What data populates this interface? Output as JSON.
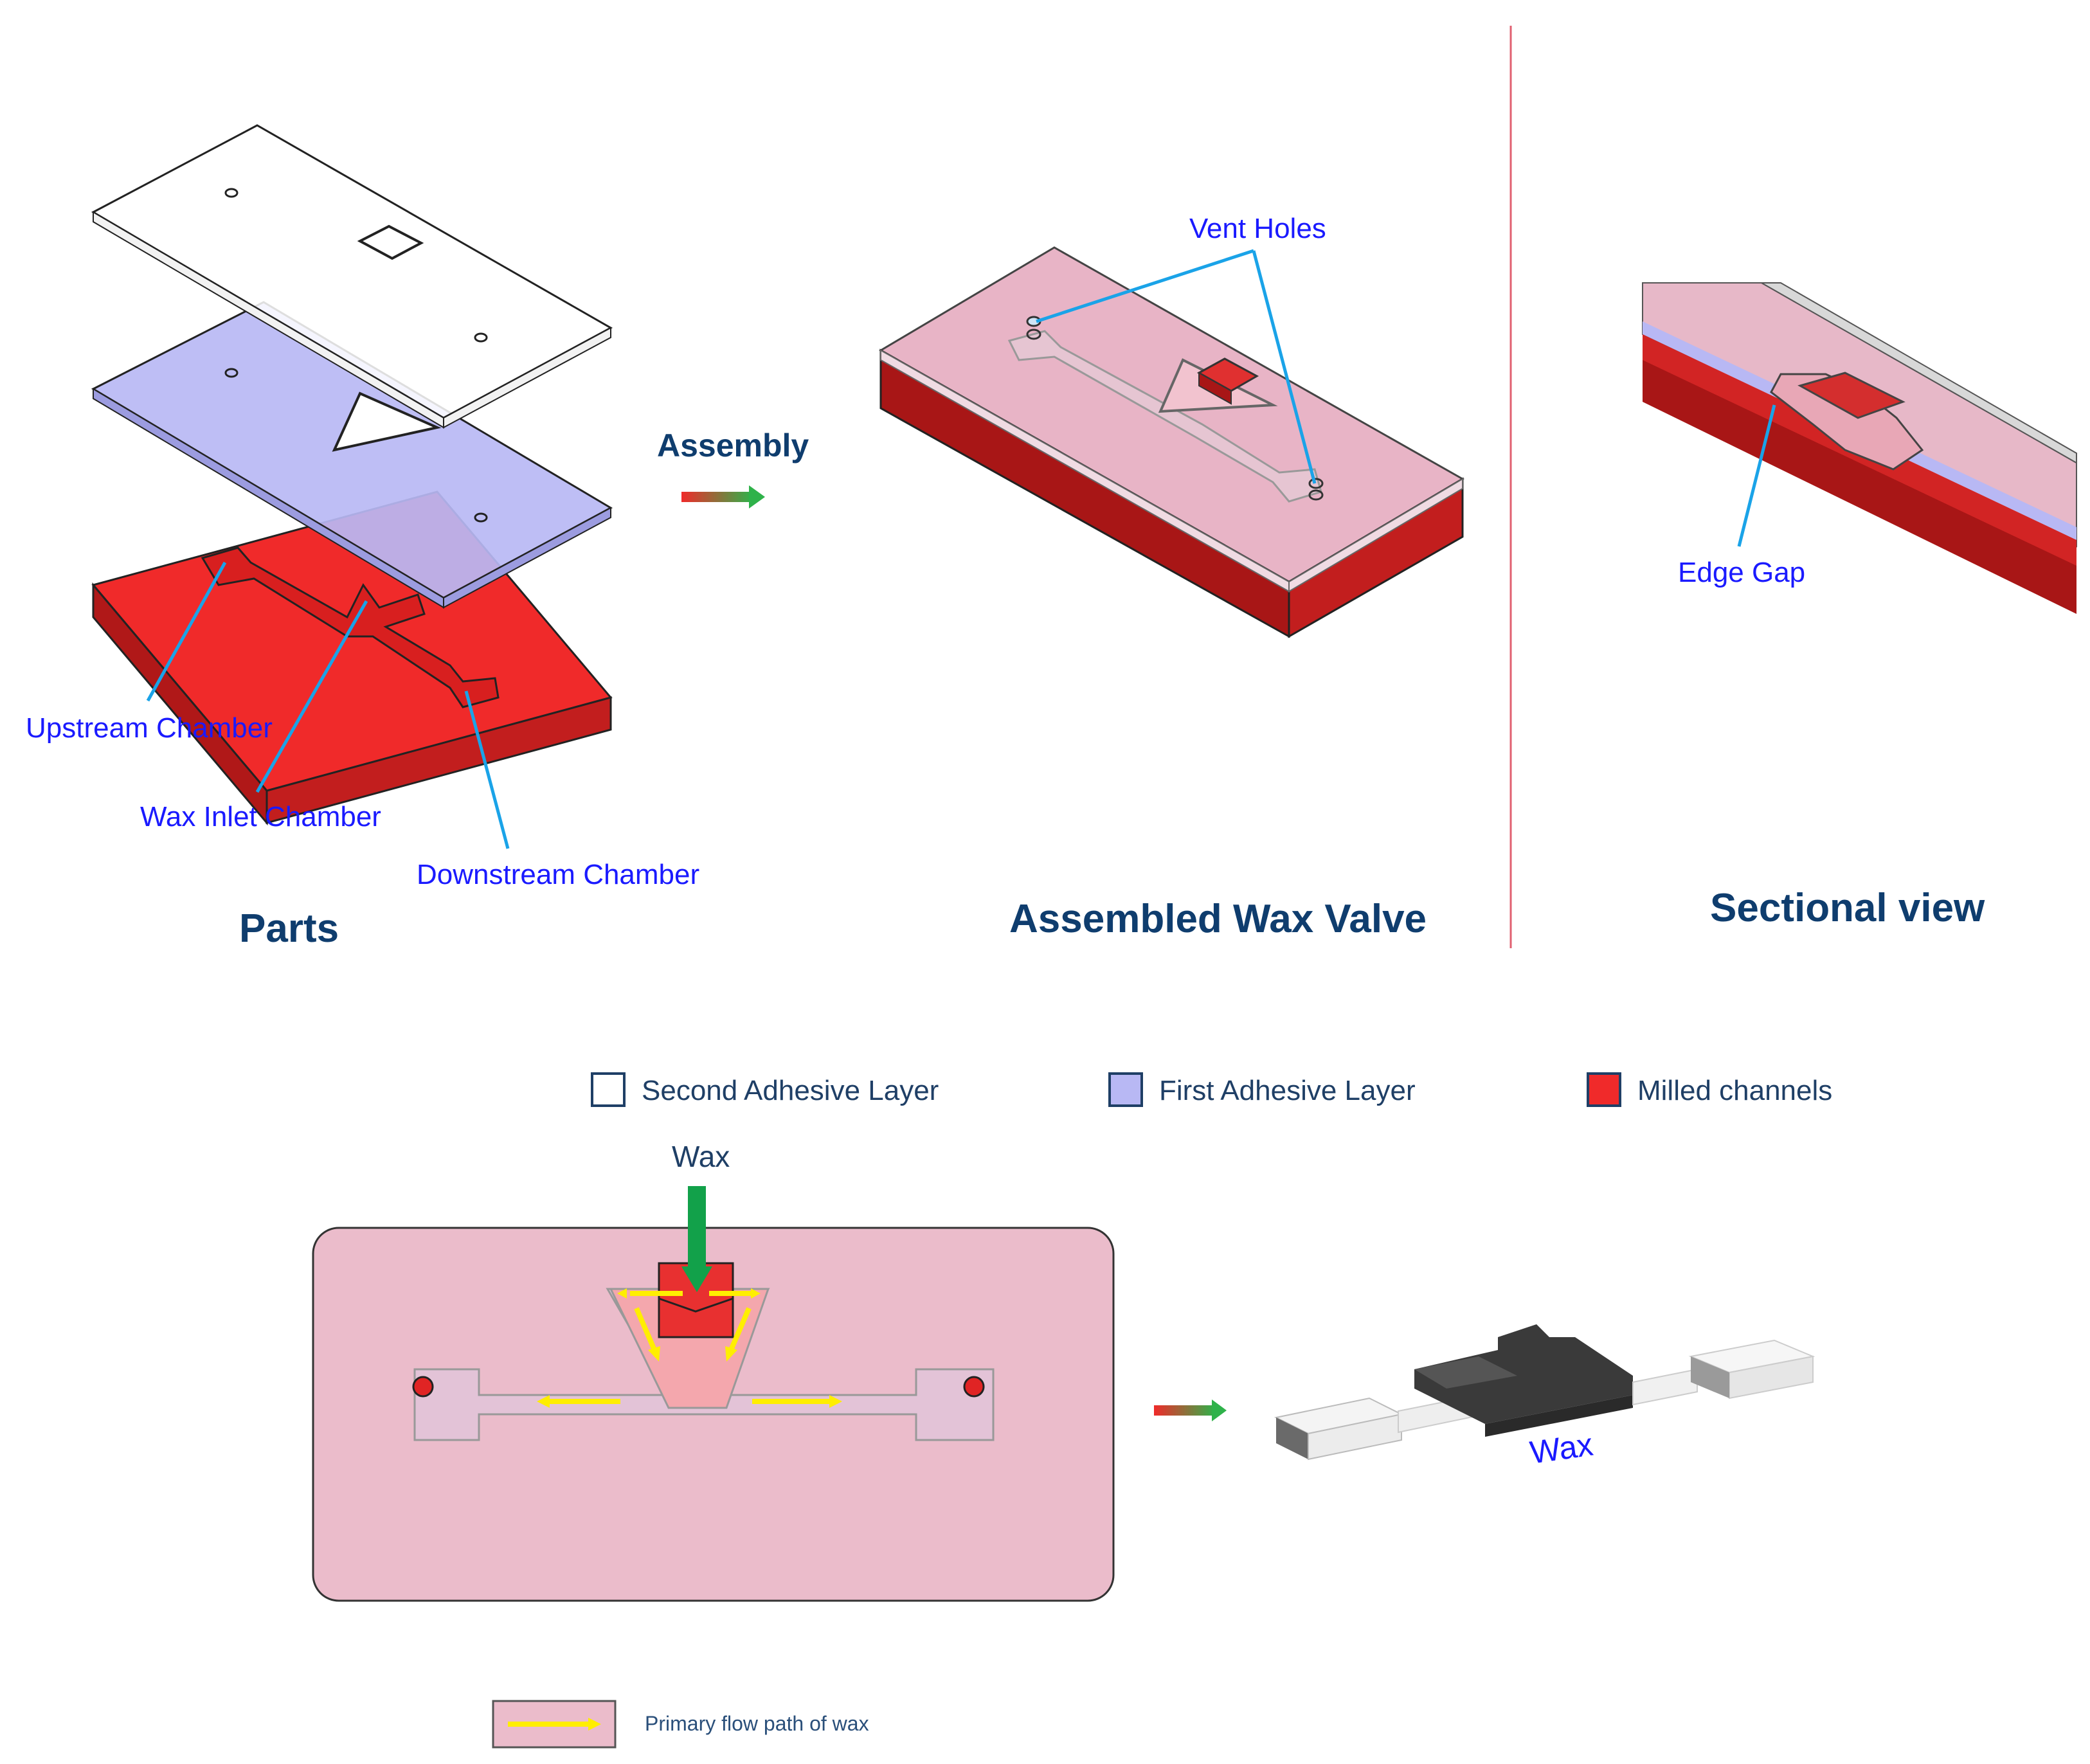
{
  "labels": {
    "upstream_chamber": "Upstream Chamber",
    "wax_inlet_chamber": "Wax Inlet Chamber",
    "downstream_chamber": "Downstream Chamber",
    "vent_holes": "Vent Holes",
    "edge_gap": "Edge Gap",
    "assembly": "Assembly",
    "wax_top": "Wax",
    "wax_3d": "Wax"
  },
  "titles": {
    "parts": "Parts",
    "assembled": "Assembled Wax Valve",
    "sectional": "Sectional view"
  },
  "legend": {
    "items": [
      {
        "label": "Second Adhesive Layer",
        "color": "#ffffff"
      },
      {
        "label": "First Adhesive Layer",
        "color": "#b8b8f4"
      },
      {
        "label": "Milled channels",
        "color": "#f02a2a"
      }
    ],
    "flow_path": "Primary flow path of wax"
  },
  "colors": {
    "milled_red": "#f02a2a",
    "milled_dark": "#b01818",
    "adhesive_blue": "#b8b8f4",
    "pink_fill": "#ebbccb",
    "callout_blue": "#1aa3e8",
    "flow_yellow": "#ffee00",
    "wax_green": "#12a14a",
    "divider": "#e06070"
  }
}
